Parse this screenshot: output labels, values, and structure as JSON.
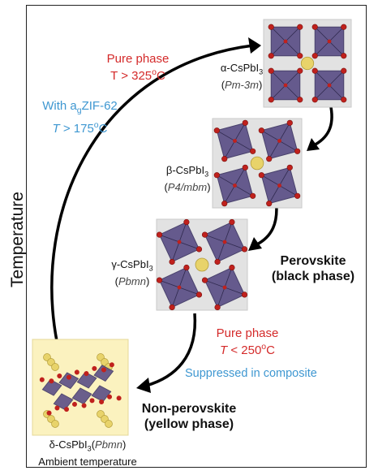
{
  "axis": {
    "label": "Temperature"
  },
  "colors": {
    "red_text": "#d42a2a",
    "blue_text": "#3e97d1",
    "octahedron": "#5b4f86",
    "cesium": "#e8d36a",
    "iodine": "#c0211d",
    "box_gray": "#e2e2e2",
    "box_yellow": "#fbf2bf"
  },
  "phases": {
    "alpha": {
      "name": "α-CsPbI",
      "sub": "3",
      "space_group": "Pm-3m"
    },
    "beta": {
      "name": "β-CsPbI",
      "sub": "3",
      "space_group": "P4/mbm"
    },
    "gamma": {
      "name": "γ-CsPbI",
      "sub": "3",
      "space_group": "Pbmn"
    },
    "delta": {
      "name": "δ-CsPbI",
      "sub": "3",
      "space_group": "Pbmn",
      "note": "Ambient temperature"
    }
  },
  "transitions": {
    "heat_pure": {
      "line1": "Pure phase",
      "line2": "T > 325",
      "unit_sup": "o",
      "unit": "C"
    },
    "heat_composite": {
      "line1_pre": "With a",
      "line1_sub": "g",
      "line1_post": "ZIF-62",
      "line2_var": "T",
      "line2": " > 175",
      "unit_sup": "o",
      "unit": "C"
    },
    "cool_pure": {
      "line1": "Pure phase",
      "line2_var": "T",
      "line2": " < 250",
      "unit_sup": "o",
      "unit": "C"
    },
    "cool_composite": {
      "text": "Suppressed in composite"
    }
  },
  "regions": {
    "perovskite": {
      "line1": "Perovskite",
      "line2": "(black phase)"
    },
    "non_perovskite": {
      "line1": "Non-perovskite",
      "line2": "(yellow phase)"
    }
  }
}
